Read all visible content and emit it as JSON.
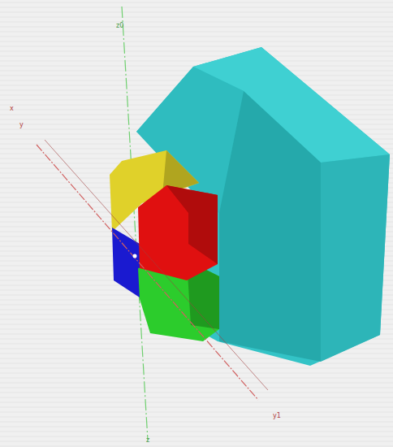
{
  "diagram": {
    "labels": [
      "z0",
      "x",
      "y",
      "y1",
      "z"
    ]
  }
}
